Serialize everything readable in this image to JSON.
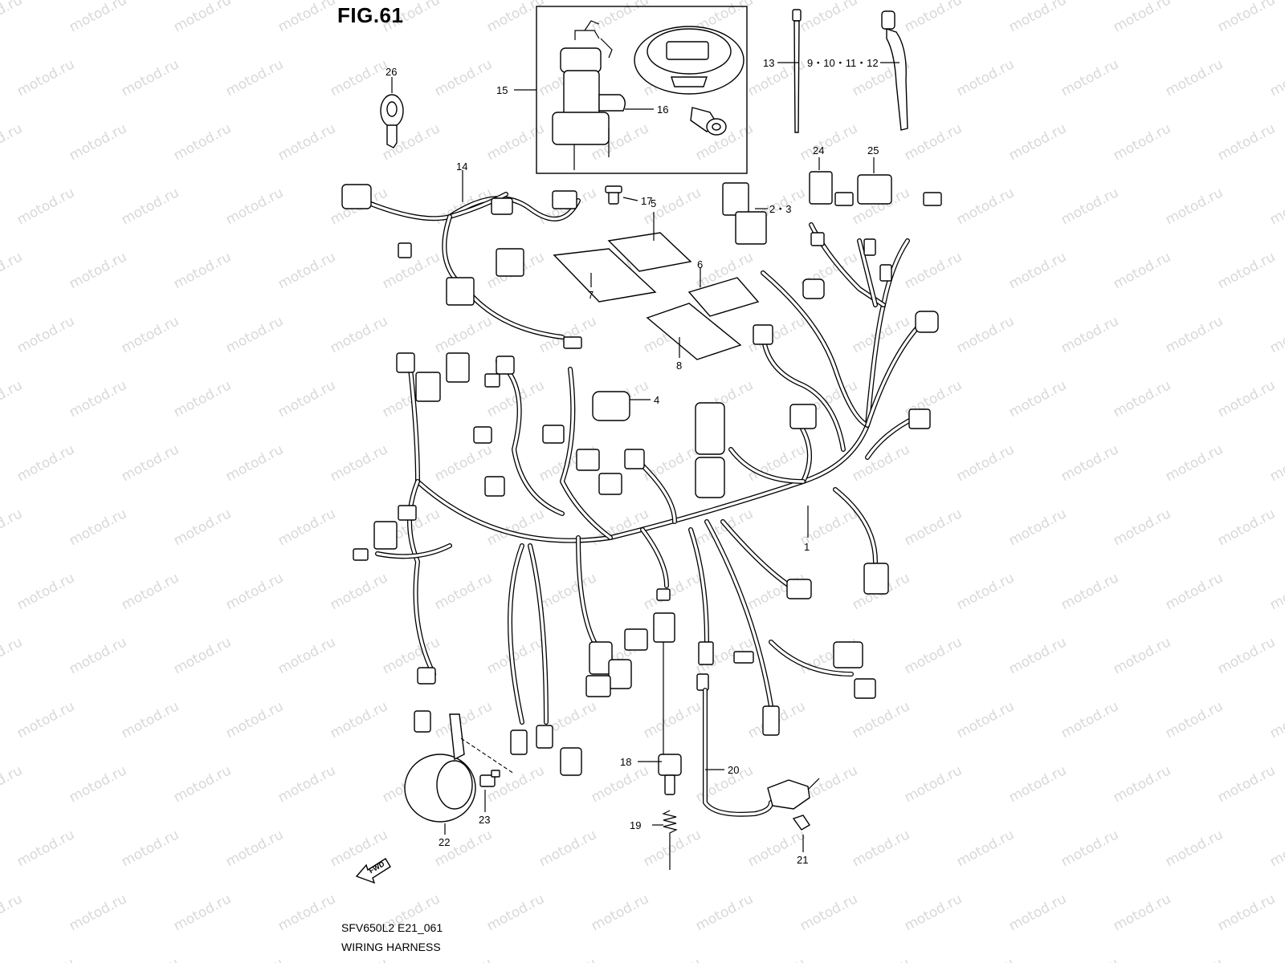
{
  "figure": {
    "title": "FIG.61",
    "code": "SFV650L2 E21_061",
    "name": "WIRING HARNESS"
  },
  "watermark": "motod.ru",
  "fwd_label": "FWD",
  "callouts": {
    "c1": "1",
    "c2_3": "2・3",
    "c4": "4",
    "c5": "5",
    "c6": "6",
    "c7": "7",
    "c8": "8",
    "c9_12": "9・10・11・12",
    "c13": "13",
    "c14": "14",
    "c15": "15",
    "c16": "16",
    "c17": "17",
    "c18": "18",
    "c19": "19",
    "c20": "20",
    "c21": "21",
    "c22": "22",
    "c23": "23",
    "c24": "24",
    "c25": "25",
    "c26": "26"
  }
}
